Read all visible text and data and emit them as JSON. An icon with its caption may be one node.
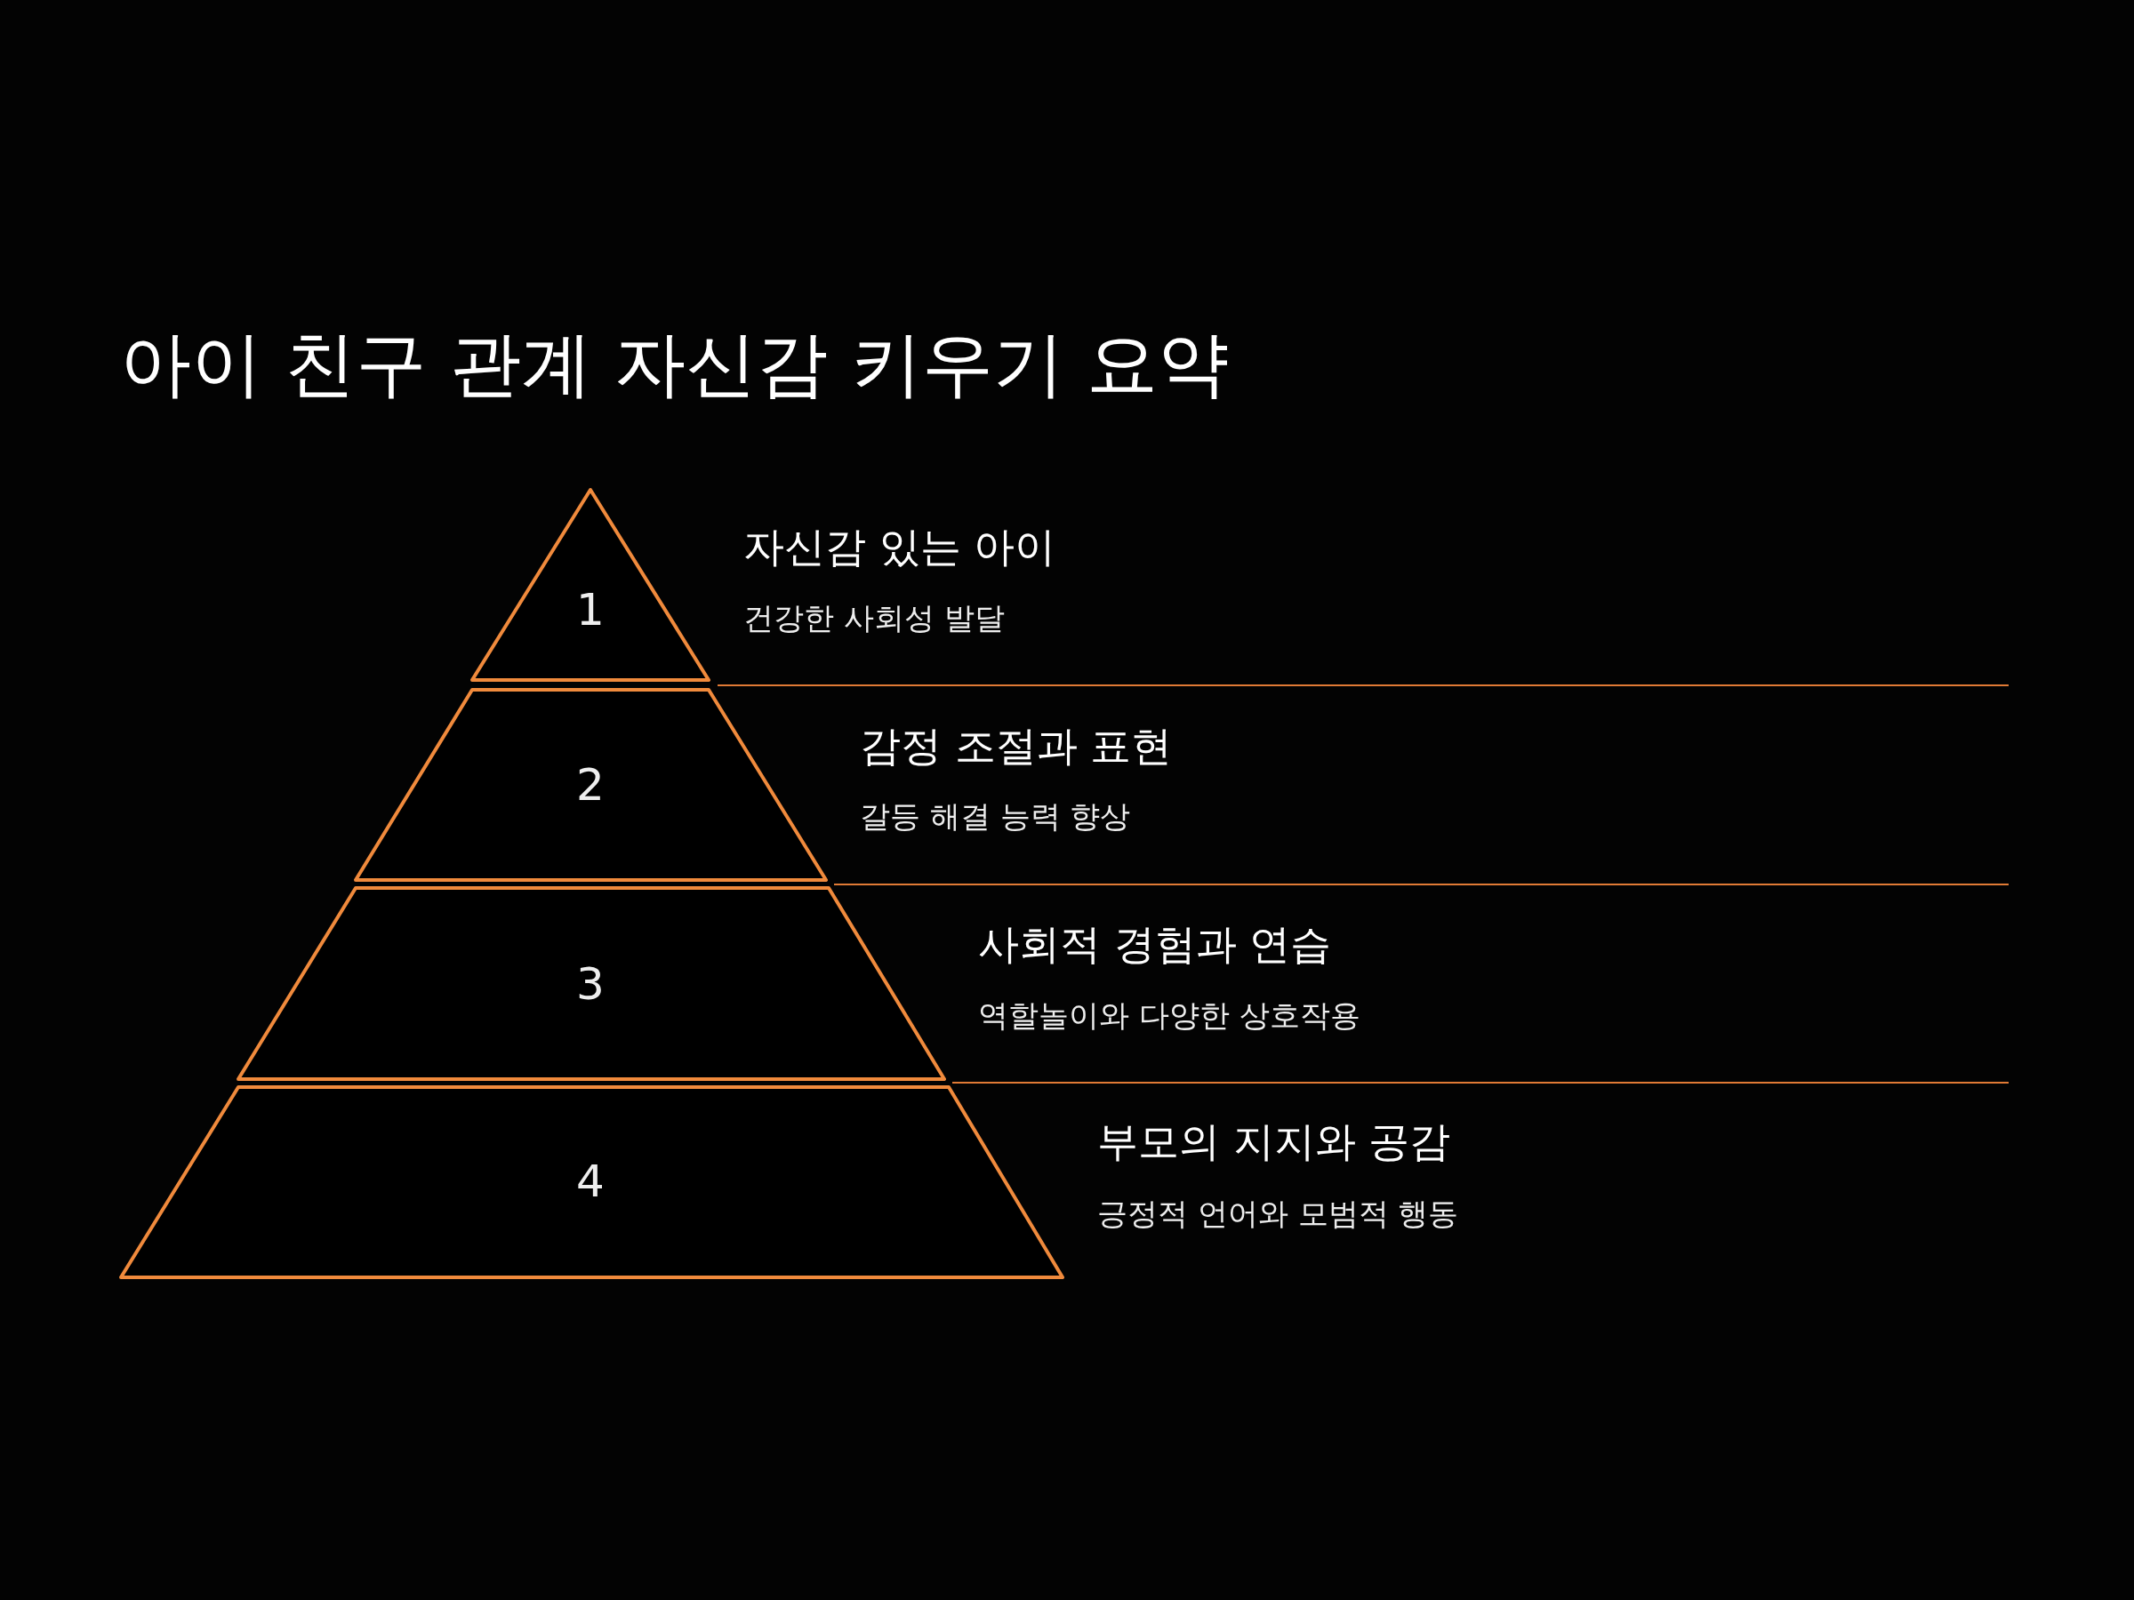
{
  "diagram": {
    "title": "아이 친구 관계 자신감 키우기 요약",
    "nodes": [
      {
        "text": [
          "1"
        ],
        "beside": [
          "자신감 있는 아이",
          "건강한 사회성 발달"
        ]
      },
      {
        "text": [
          "2"
        ],
        "beside": [
          "감정 조절과 표현",
          "갈등 해결 능력 향상"
        ]
      },
      {
        "text": [
          "3"
        ],
        "beside": [
          "사회적 경험과 연습",
          "역할놀이와 다양한 상호작용"
        ]
      },
      {
        "text": [
          "4"
        ],
        "beside": [
          "부모의 지지와 공감",
          "긍정적 언어와 모범적 행동"
        ]
      }
    ],
    "edges": []
  }
}
